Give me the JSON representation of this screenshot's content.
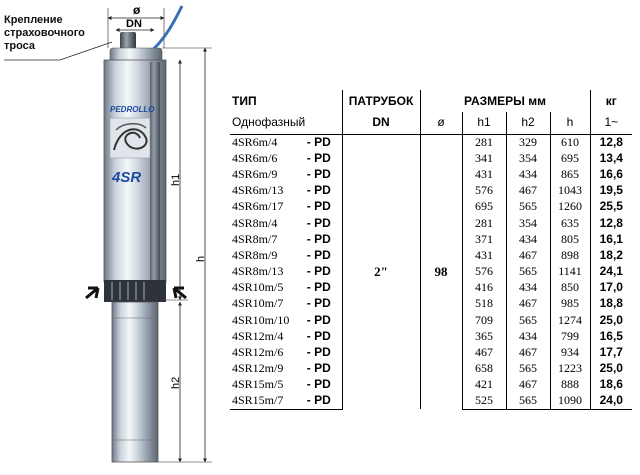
{
  "drawing": {
    "rope_label_lines": [
      "Крепление",
      "страховочного",
      "троса"
    ],
    "diameter_symbol": "ø",
    "dn_label": "DN",
    "brand_text": "PEDROLLO",
    "model_badge": "4SR",
    "dim_h1": "h1",
    "dim_h": "h",
    "dim_h2": "h2"
  },
  "table": {
    "headers": {
      "type": "ТИП",
      "phase": "Однофазный",
      "outlet": "ПАТРУБОК",
      "outlet_sub": "DN",
      "dims": "РАЗМЕРЫ мм",
      "diameter": "ø",
      "h1": "h1",
      "h2": "h2",
      "h": "h",
      "weight": "кг",
      "weight_sub": "1~"
    },
    "dn_value": "2\"",
    "diameter_value": "98",
    "suffix": "- PD",
    "rows": [
      {
        "model": "4SR6m/4",
        "h1": "281",
        "h2": "329",
        "h": "610",
        "kg": "12,8"
      },
      {
        "model": "4SR6m/6",
        "h1": "341",
        "h2": "354",
        "h": "695",
        "kg": "13,4"
      },
      {
        "model": "4SR6m/9",
        "h1": "431",
        "h2": "434",
        "h": "865",
        "kg": "16,6"
      },
      {
        "model": "4SR6m/13",
        "h1": "576",
        "h2": "467",
        "h": "1043",
        "kg": "19,5"
      },
      {
        "model": "4SR6m/17",
        "h1": "695",
        "h2": "565",
        "h": "1260",
        "kg": "25,5"
      },
      {
        "model": "4SR8m/4",
        "h1": "281",
        "h2": "354",
        "h": "635",
        "kg": "12,8"
      },
      {
        "model": "4SR8m/7",
        "h1": "371",
        "h2": "434",
        "h": "805",
        "kg": "16,1"
      },
      {
        "model": "4SR8m/9",
        "h1": "431",
        "h2": "467",
        "h": "898",
        "kg": "18,2"
      },
      {
        "model": "4SR8m/13",
        "h1": "576",
        "h2": "565",
        "h": "1141",
        "kg": "24,1"
      },
      {
        "model": "4SR10m/5",
        "h1": "416",
        "h2": "434",
        "h": "850",
        "kg": "17,0"
      },
      {
        "model": "4SR10m/7",
        "h1": "518",
        "h2": "467",
        "h": "985",
        "kg": "18,8"
      },
      {
        "model": "4SR10m/10",
        "h1": "709",
        "h2": "565",
        "h": "1274",
        "kg": "25,0"
      },
      {
        "model": "4SR12m/4",
        "h1": "365",
        "h2": "434",
        "h": "799",
        "kg": "16,5"
      },
      {
        "model": "4SR12m/6",
        "h1": "467",
        "h2": "467",
        "h": "934",
        "kg": "17,7"
      },
      {
        "model": "4SR12m/9",
        "h1": "658",
        "h2": "565",
        "h": "1223",
        "kg": "25,0"
      },
      {
        "model": "4SR15m/5",
        "h1": "421",
        "h2": "467",
        "h": "888",
        "kg": "18,6"
      },
      {
        "model": "4SR15m/7",
        "h1": "525",
        "h2": "565",
        "h": "1090",
        "kg": "24,0"
      }
    ]
  },
  "colors": {
    "pump_steel": "#c9d0d8",
    "brand_blue": "#1d4aa0",
    "cable_blue": "#3a6fb5"
  }
}
